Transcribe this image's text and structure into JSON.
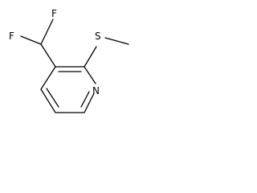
{
  "molecule": {
    "atoms": {
      "fluorine_top": "F",
      "fluorine_left": "F",
      "sulfur": "S",
      "nitrogen": "N"
    }
  },
  "colors": {
    "bond": "#000000",
    "label": "#000000",
    "background": "#ffffff"
  }
}
